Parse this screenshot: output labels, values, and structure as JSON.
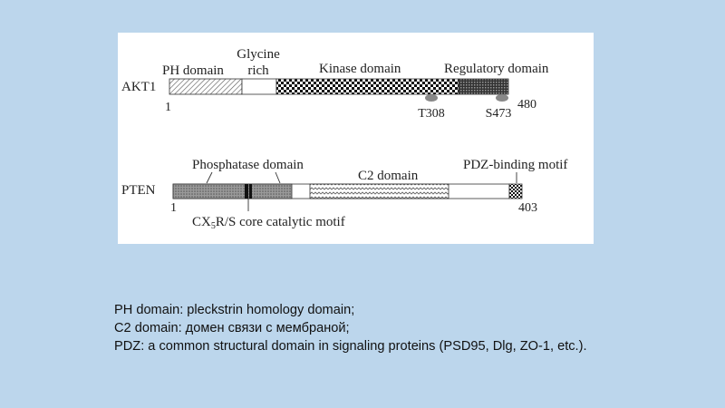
{
  "diagram": {
    "akt1": {
      "name": "AKT1",
      "start": "1",
      "end": "480",
      "domains": {
        "ph": "PH domain",
        "glycine_line1": "Glycine",
        "glycine_line2": "rich",
        "kinase": "Kinase domain",
        "regulatory": "Regulatory domain"
      },
      "sites": [
        "T308",
        "S473"
      ]
    },
    "pten": {
      "name": "PTEN",
      "start": "1",
      "end": "403",
      "domains": {
        "phosphatase": "Phosphatase domain",
        "c2": "C2 domain",
        "pdz": "PDZ-binding motif"
      },
      "motif": {
        "prefix": "CX",
        "subscript": "5",
        "suffix": "R/S core catalytic motif"
      }
    }
  },
  "caption": {
    "line1": "PH domain: pleckstrin homology domain;",
    "line2": "C2 domain: домен связи с мембраной;",
    "line3": "PDZ: a common structural domain in signaling proteins (PSD95, Dlg, ZO-1, etc.)."
  }
}
